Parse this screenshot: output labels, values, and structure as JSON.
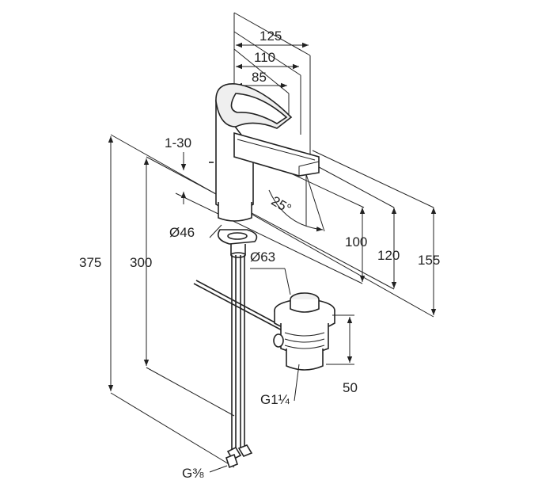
{
  "dimensions": {
    "reach_125": "125",
    "reach_110": "110",
    "reach_85": "85",
    "flow_range": "1-30",
    "spout_angle": "25°",
    "base_diameter": "Ø46",
    "waste_diameter": "Ø63",
    "total_height": "375",
    "hose_length": "300",
    "height_100": "100",
    "height_120": "120",
    "height_155": "155",
    "waste_height": "50",
    "waste_thread": "G1¼",
    "supply_thread": "G⅜"
  },
  "colors": {
    "line": "#222222",
    "fill": "#ffffff",
    "shade": "#efefef"
  }
}
